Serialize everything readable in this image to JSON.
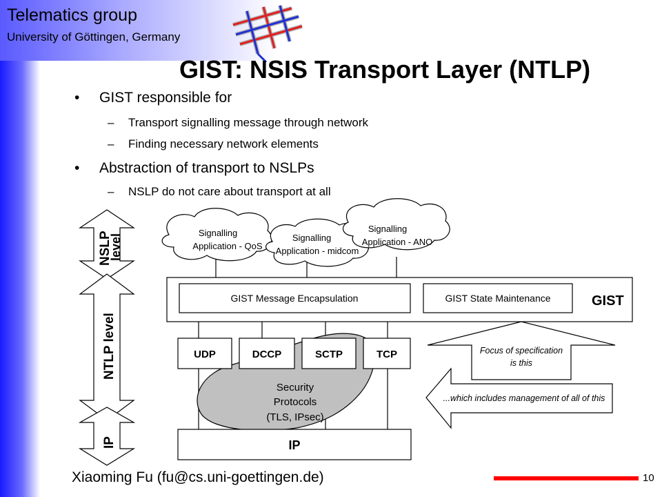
{
  "header": {
    "org_title": "Telematics group",
    "org_subtitle": "University of Göttingen, Germany",
    "logo_icon": "network-grid-logo-icon"
  },
  "slide": {
    "title": "GIST: NSIS Transport Layer (NTLP)",
    "bullets": [
      {
        "text": "GIST responsible for",
        "subs": [
          "Transport signalling message through network",
          "Finding necessary network elements"
        ]
      },
      {
        "text": "Abstraction of transport to NSLPs",
        "subs": [
          "NSLP do not care about transport at all"
        ]
      }
    ]
  },
  "diagram": {
    "levels": {
      "nslp": "NSLP",
      "nslp_level": "level",
      "ntlp": "NTLP level",
      "ip": "IP"
    },
    "clouds": {
      "qos": [
        "Signalling",
        "Application - QoS"
      ],
      "midcom": [
        "Signalling",
        "Application - midcom"
      ],
      "ano": [
        "Signalling",
        "Application - ANO"
      ]
    },
    "gist_label": "GIST",
    "gist_msg": "GIST Message Encapsulation",
    "gist_state": "GIST State Maintenance",
    "protocols": [
      "UDP",
      "DCCP",
      "SCTP",
      "TCP"
    ],
    "security": [
      "Security",
      "Protocols",
      "(TLS, IPsec)"
    ],
    "ip_box": "IP",
    "focus_arrow": [
      "Focus of specification",
      "is this"
    ],
    "includes_arrow": "...which includes management of all of this",
    "colors": {
      "sidebar": "#1a1aff",
      "security_blob": "#c0c0c0",
      "footer_bar": "#ff0000"
    }
  },
  "footer": {
    "author": "Xiaoming Fu (fu@cs.uni-goettingen.de)",
    "page": "10"
  }
}
